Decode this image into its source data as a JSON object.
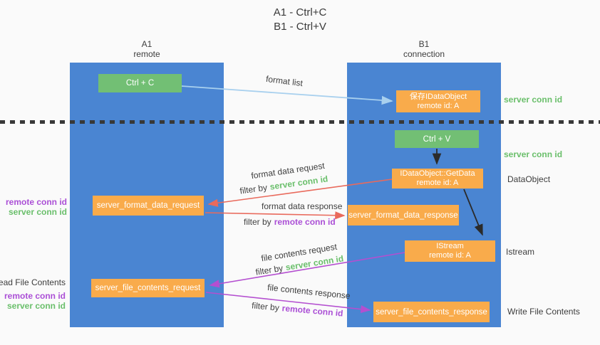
{
  "title": {
    "line1": "A1 - Ctrl+C",
    "line2": "B1 - Ctrl+V"
  },
  "lanes": {
    "left": {
      "id": "A1",
      "role": "remote"
    },
    "right": {
      "id": "B1",
      "role": "connection"
    }
  },
  "nodes": {
    "ctrl_c": {
      "label": "Ctrl + C"
    },
    "ctrl_v": {
      "label": "Ctrl + V"
    },
    "save_idataobject": {
      "line1": "保存IDataObject",
      "line2": "remote id: A"
    },
    "idataobject_getdata": {
      "line1": "IDataObject::GetData",
      "line2": "remote id: A"
    },
    "istream": {
      "line1": "IStream",
      "line2": "remote id: A"
    },
    "server_format_data_request": {
      "label": "server_format_data_request"
    },
    "server_format_data_response": {
      "label": "server_format_data_response"
    },
    "server_file_contents_request": {
      "label": "server_file_contents_request"
    },
    "server_file_contents_response": {
      "label": "server_file_contents_response"
    }
  },
  "edge_labels": {
    "format_list": "format list",
    "format_data_request": "format data request",
    "format_data_response": "format data response",
    "file_contents_request": "file contents request",
    "file_contents_response": "file contents response",
    "filter_prefix": "filter by",
    "server_conn_id": "server conn id",
    "remote_conn_id": "remote conn id"
  },
  "side_labels": {
    "server_conn_id": "server conn id",
    "remote_conn_id": "remote conn id",
    "dataobject": "DataObject",
    "istream": "Istream",
    "read_file_contents": "Read File Contents",
    "write_file_contents": "Write File Contents"
  },
  "colors": {
    "lane_blue": "#4a85d2",
    "node_green": "#72bf74",
    "node_orange": "#f9ab4b",
    "arrow_lightblue": "#a8d0ee",
    "arrow_black": "#2b2b2b",
    "arrow_red": "#e96a5c",
    "arrow_purple": "#b44fd0",
    "text_green": "#6abf6b",
    "text_purple": "#ab4fd6",
    "text_dark": "#3d3d3d"
  }
}
